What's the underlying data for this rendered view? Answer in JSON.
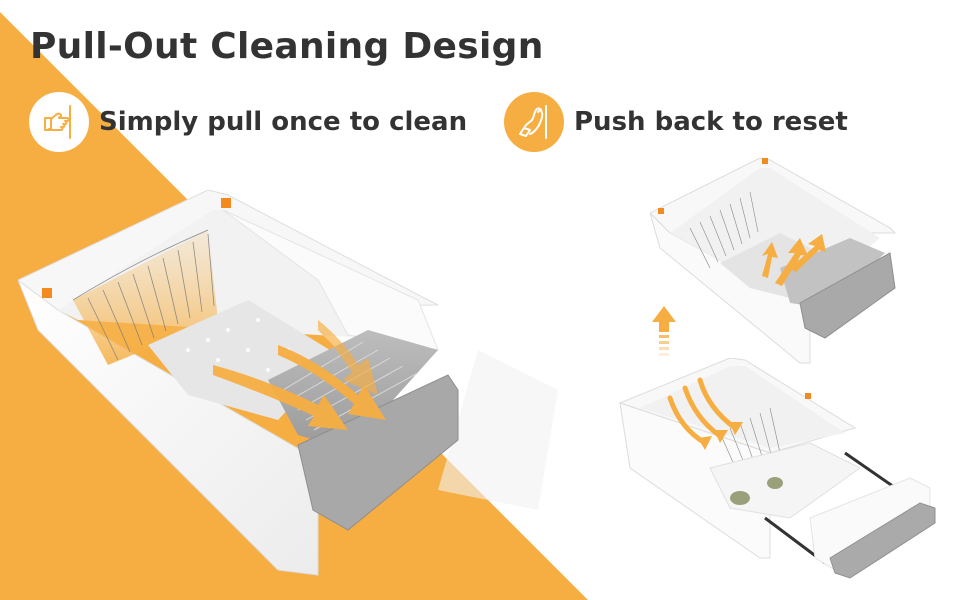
{
  "headline": "Pull-Out Cleaning Design",
  "features": [
    {
      "label": "Simply pull once to clean",
      "icon": "hand-pull-icon",
      "icon_style": "white-circle"
    },
    {
      "label": "Push back to reset",
      "icon": "hand-push-icon",
      "icon_style": "orange-circle"
    }
  ],
  "illustrations": {
    "main": "litter-box-pull-out-open",
    "top_right": "litter-box-reset-closed",
    "bottom_right": "litter-box-drawer-extended",
    "direction_arrow": "up-arrow-icon"
  },
  "colors": {
    "accent_orange": "#f6ae42",
    "bright_orange": "#f28a1e",
    "text_dark": "#333333",
    "background": "#ffffff",
    "tray_gray": "#a9a9a9"
  }
}
